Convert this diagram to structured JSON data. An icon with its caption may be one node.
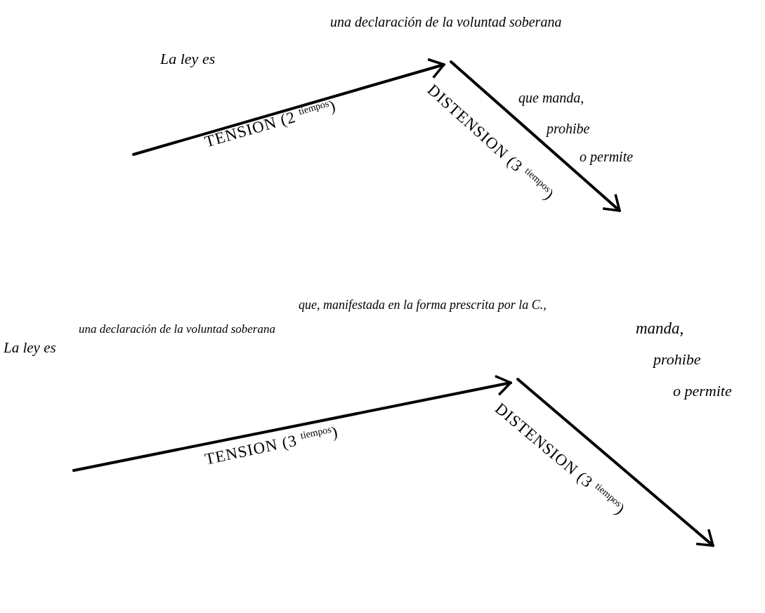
{
  "diagram": {
    "labels": [
      "una declaración de la voluntad soberana",
      "La ley es",
      "que manda,",
      "prohibe",
      "o permite",
      "TENSION (2 $^{tiempos}$)",
      "DISTENSION (3 $^{tiempos}$)",
      "que, manifestada en la forma prescrita por la C.,",
      "una declaración de la voluntad soberana",
      "manda,",
      "prohibe",
      "o permite",
      "La ley es",
      "TENSION (3 $^{tiempos}$)",
      "DISTENSION (3 $^{tiempos}$)"
    ]
  }
}
